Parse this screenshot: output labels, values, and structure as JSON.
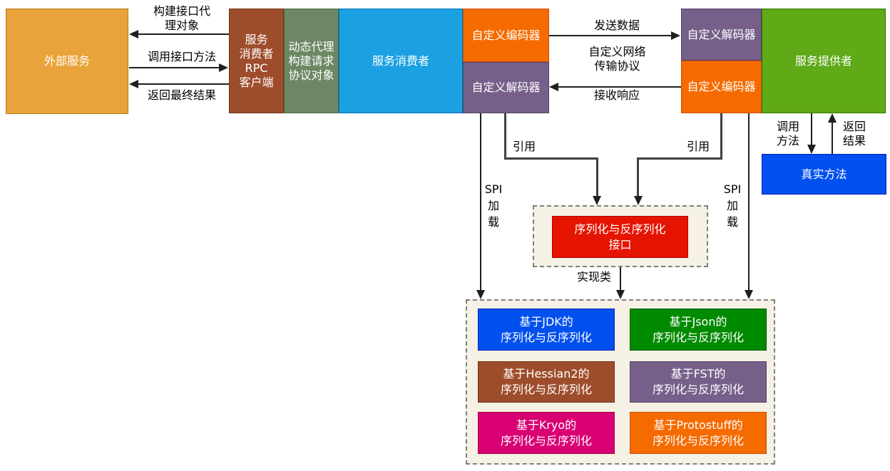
{
  "diagram": {
    "nodes": {
      "external_service": {
        "label": "外部服务",
        "color": "#E9A33B"
      },
      "rpc_client": {
        "label": "服务\n消费者\nRPC\n客户端",
        "color": "#9E4D2C"
      },
      "dynamic_proxy": {
        "label": "动态代理\n构建请求\n协议对象",
        "color": "#6D8764"
      },
      "service_consumer": {
        "label": "服务消费者",
        "color": "#1BA1E2"
      },
      "consumer_encoder": {
        "label": "自定义编码器",
        "color": "#F56B00"
      },
      "consumer_decoder": {
        "label": "自定义解码器",
        "color": "#76608A"
      },
      "provider_decoder": {
        "label": "自定义解码器",
        "color": "#76608A"
      },
      "provider_encoder": {
        "label": "自定义编码器",
        "color": "#F56B00"
      },
      "service_provider": {
        "label": "服务提供者",
        "color": "#60A917"
      },
      "real_method": {
        "label": "真实方法",
        "color": "#0050EF"
      },
      "serialization_interface": {
        "label": "序列化与反序列化\n接口",
        "color": "#E51400"
      },
      "impl_jdk": {
        "label": "基于JDK的\n序列化与反序列化",
        "color": "#0050EF"
      },
      "impl_json": {
        "label": "基于Json的\n序列化与反序列化",
        "color": "#008A00"
      },
      "impl_hessian2": {
        "label": "基于Hessian2的\n序列化与反序列化",
        "color": "#9E4D2C"
      },
      "impl_fst": {
        "label": "基于FST的\n序列化与反序列化",
        "color": "#76608A"
      },
      "impl_kryo": {
        "label": "基于Kryo的\n序列化与反序列化",
        "color": "#D80073"
      },
      "impl_protostuff": {
        "label": "基于Protostuff的\n序列化与反序列化",
        "color": "#F56B00"
      }
    },
    "edge_labels": {
      "build_proxy": "构建接口代\n理对象",
      "call_interface": "调用接口方法",
      "return_final": "返回最终结果",
      "send_data": "发送数据",
      "custom_protocol": "自定义网络\n传输协议",
      "receive_response": "接收响应",
      "call_method": "调用\n方法",
      "return_result": "返回\n结果",
      "reference_left": "引用",
      "reference_right": "引用",
      "spi_load_left": "SPI\n加\n载",
      "spi_load_right": "SPI\n加\n载",
      "impl_class": "实现类"
    },
    "style": {
      "line_color": "#1f1f1f",
      "dashed_container_fill": "#F5F1E4",
      "dashed_container_border": "#7F7F7F"
    }
  }
}
